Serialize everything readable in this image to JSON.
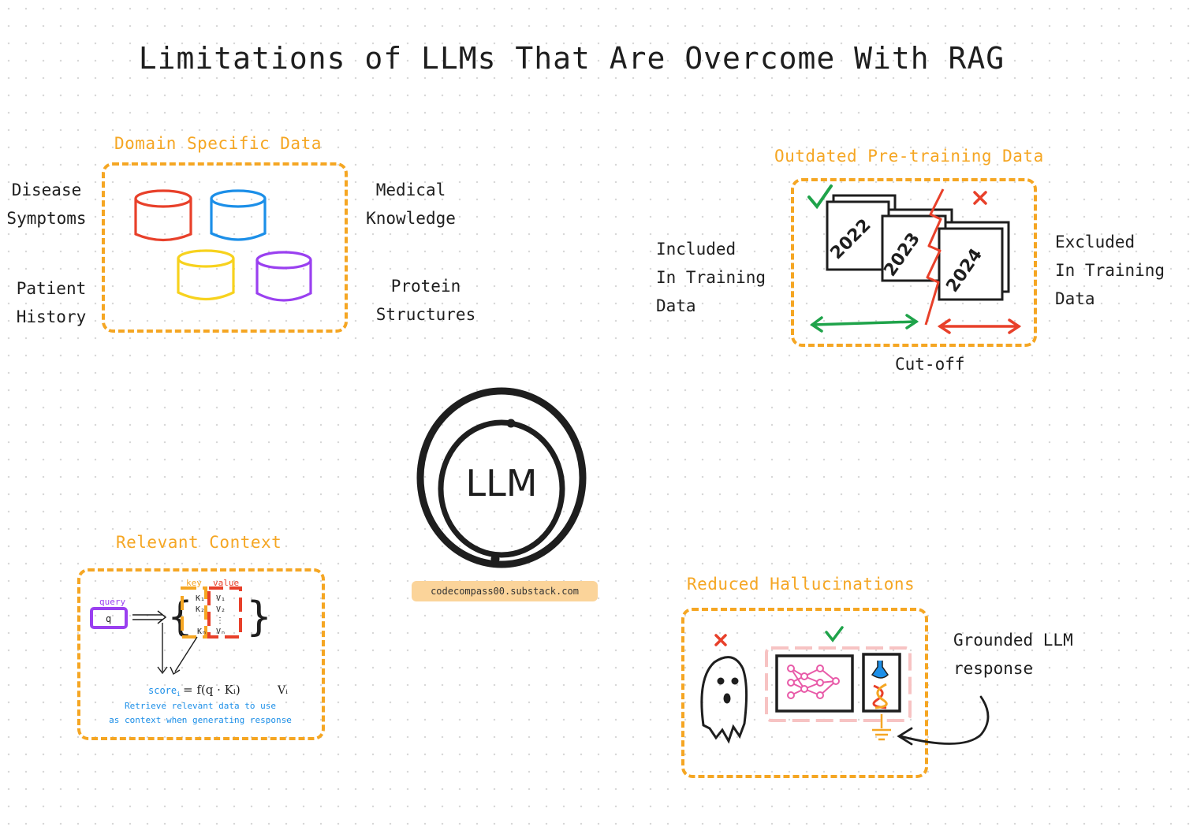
{
  "title": "Limitations of LLMs That Are Overcome With RAG",
  "center": {
    "llm_label": "LLM",
    "credit": "codecompass00.substack.com"
  },
  "domain_specific": {
    "heading": "Domain Specific Data",
    "left_top": "Disease\nSymptoms",
    "left_bottom": "Patient\nHistory",
    "right_top": "Medical\nKnowledge",
    "right_bottom": "Protein\nStructures",
    "databases": [
      {
        "icon": "database-icon",
        "color": "#e8402a"
      },
      {
        "icon": "database-icon",
        "color": "#1c8fe8"
      },
      {
        "icon": "database-icon",
        "color": "#f7d21e"
      },
      {
        "icon": "database-icon",
        "color": "#9a40f0"
      }
    ]
  },
  "outdated": {
    "heading": "Outdated Pre-training Data",
    "included": "Included\nIn Training\nData",
    "excluded": "Excluded\nIn Training\nData",
    "cutoff": "Cut-off",
    "years": [
      "2022",
      "2023",
      "2024"
    ],
    "colors": {
      "included": "#1fa34a",
      "excluded": "#e8402a"
    }
  },
  "relevant": {
    "heading": "Relevant Context",
    "query_label": "query",
    "query_symbol": "q",
    "key_label": "key",
    "value_label": "value",
    "keys": [
      "K₁",
      "K₂",
      "Kₙ"
    ],
    "values": [
      "V₁",
      "V₂",
      "Vₙ"
    ],
    "score_text": "score",
    "score_sub": "i",
    "formula": "= f(q · Kᵢ)",
    "formula_value": "Vᵢ",
    "caption_1": "Retrieve relevant data to use",
    "caption_2": "as context when generating response",
    "colors": {
      "query": "#9a40f0",
      "key": "#f5a623",
      "value": "#e8402a",
      "caption": "#1c8fe8"
    }
  },
  "hallucinations": {
    "heading": "Reduced Hallucinations",
    "grounded": "Grounded LLM\nresponse",
    "icons": [
      "ghost-icon",
      "neural-network-icon",
      "flask-icon",
      "dna-icon",
      "ground-icon"
    ]
  },
  "accent": "#f5a623"
}
